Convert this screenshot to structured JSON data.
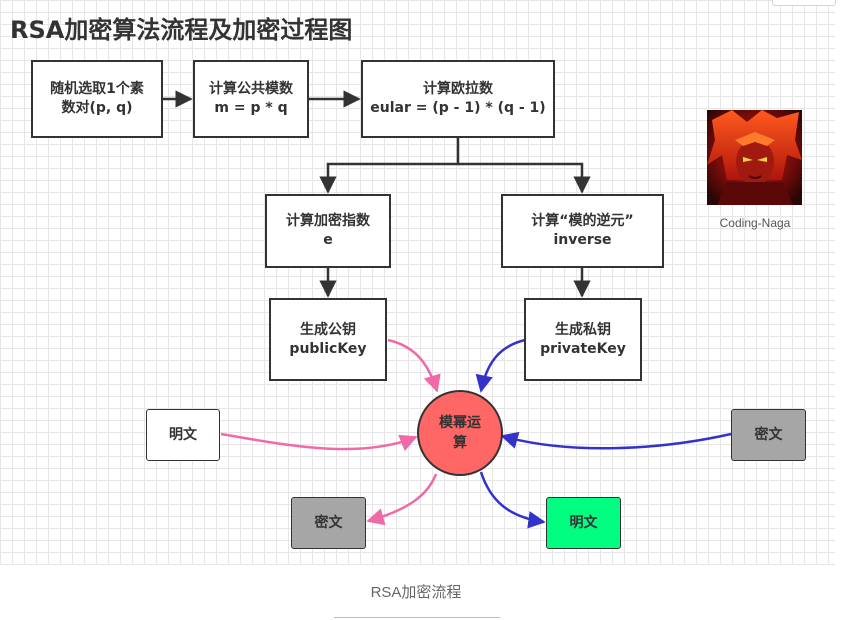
{
  "title": "RSA加密算法流程及加密过程图",
  "caption": "RSA加密流程",
  "avatar_label": "Coding-Naga",
  "nodes": {
    "select_primes": [
      "随机选取1个素",
      "数对(p, q)"
    ],
    "compute_modulus": [
      "计算公共模数",
      "m = p * q"
    ],
    "compute_euler": [
      "计算欧拉数",
      "eular = (p - 1) * (q - 1)"
    ],
    "compute_exponent": [
      "计算加密指数",
      "e"
    ],
    "compute_inverse": [
      "计算“模的逆元”",
      "inverse"
    ],
    "public_key": [
      "生成公钥",
      "publicKey"
    ],
    "private_key": [
      "生成私钥",
      "privateKey"
    ],
    "modexp": [
      "模幂运",
      "算"
    ],
    "plaintext_in": "明文",
    "ciphertext_in": "密文",
    "ciphertext_out": "密文",
    "plaintext_out": "明文"
  },
  "colors": {
    "pink_arrow": "#f06aa8",
    "blue_arrow": "#3333cc",
    "dark_arrow": "#333333",
    "circle_fill": "#ff6666",
    "gray_box": "#a6a6a6",
    "green_box": "#00ff80"
  }
}
